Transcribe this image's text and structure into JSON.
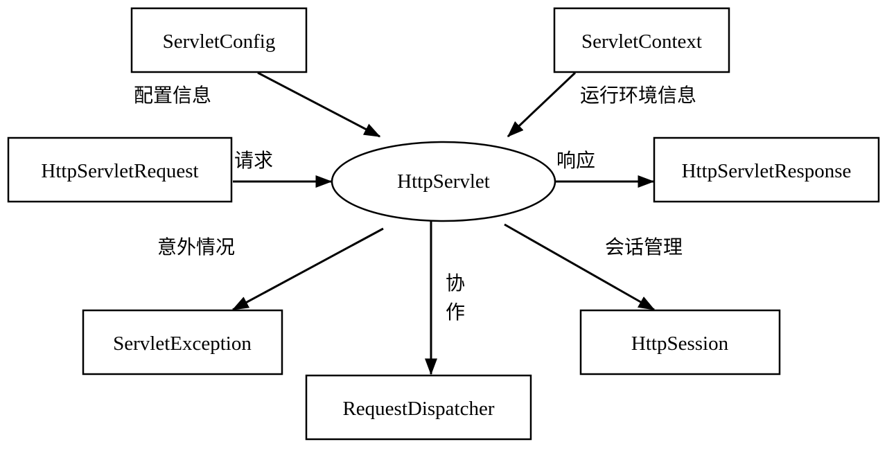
{
  "colors": {
    "stroke": "#000000",
    "fill": "#ffffff",
    "text": "#000000"
  },
  "center": {
    "label": "HttpServlet"
  },
  "nodes": {
    "servlet_config": "ServletConfig",
    "servlet_context": "ServletContext",
    "http_servlet_request": "HttpServletRequest",
    "http_servlet_response": "HttpServletResponse",
    "servlet_exception": "ServletException",
    "request_dispatcher": "RequestDispatcher",
    "http_session": "HttpSession"
  },
  "edges": {
    "config_info": "配置信息",
    "runtime_env_info": "运行环境信息",
    "request": "请求",
    "response": "响应",
    "exception": "意外情况",
    "collaboration_line1": "协",
    "collaboration_line2": "作",
    "session_management": "会话管理"
  }
}
